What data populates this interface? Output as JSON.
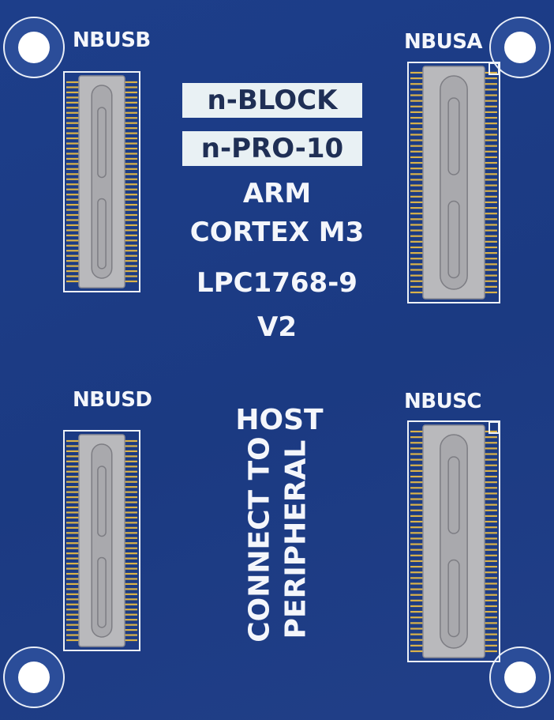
{
  "connectors": {
    "nbusb": "NBUSB",
    "nbusa": "NBUSA",
    "nbusd": "NBUSD",
    "nbusc": "NBUSC"
  },
  "center": {
    "box1": "n-BLOCK",
    "box2": "n-PRO-10",
    "line1": "ARM",
    "line2": "CORTEX M3",
    "line3": "LPC1768-9",
    "line4": "V2",
    "host": "HOST",
    "vertical1": "CONNECT TO",
    "vertical2": "PERIPHERAL"
  },
  "colors": {
    "board": "#1c3c86",
    "silkscreen": "#f4f6fb",
    "connector_body": "#b9b9bc",
    "pins": "#d9b24a"
  }
}
